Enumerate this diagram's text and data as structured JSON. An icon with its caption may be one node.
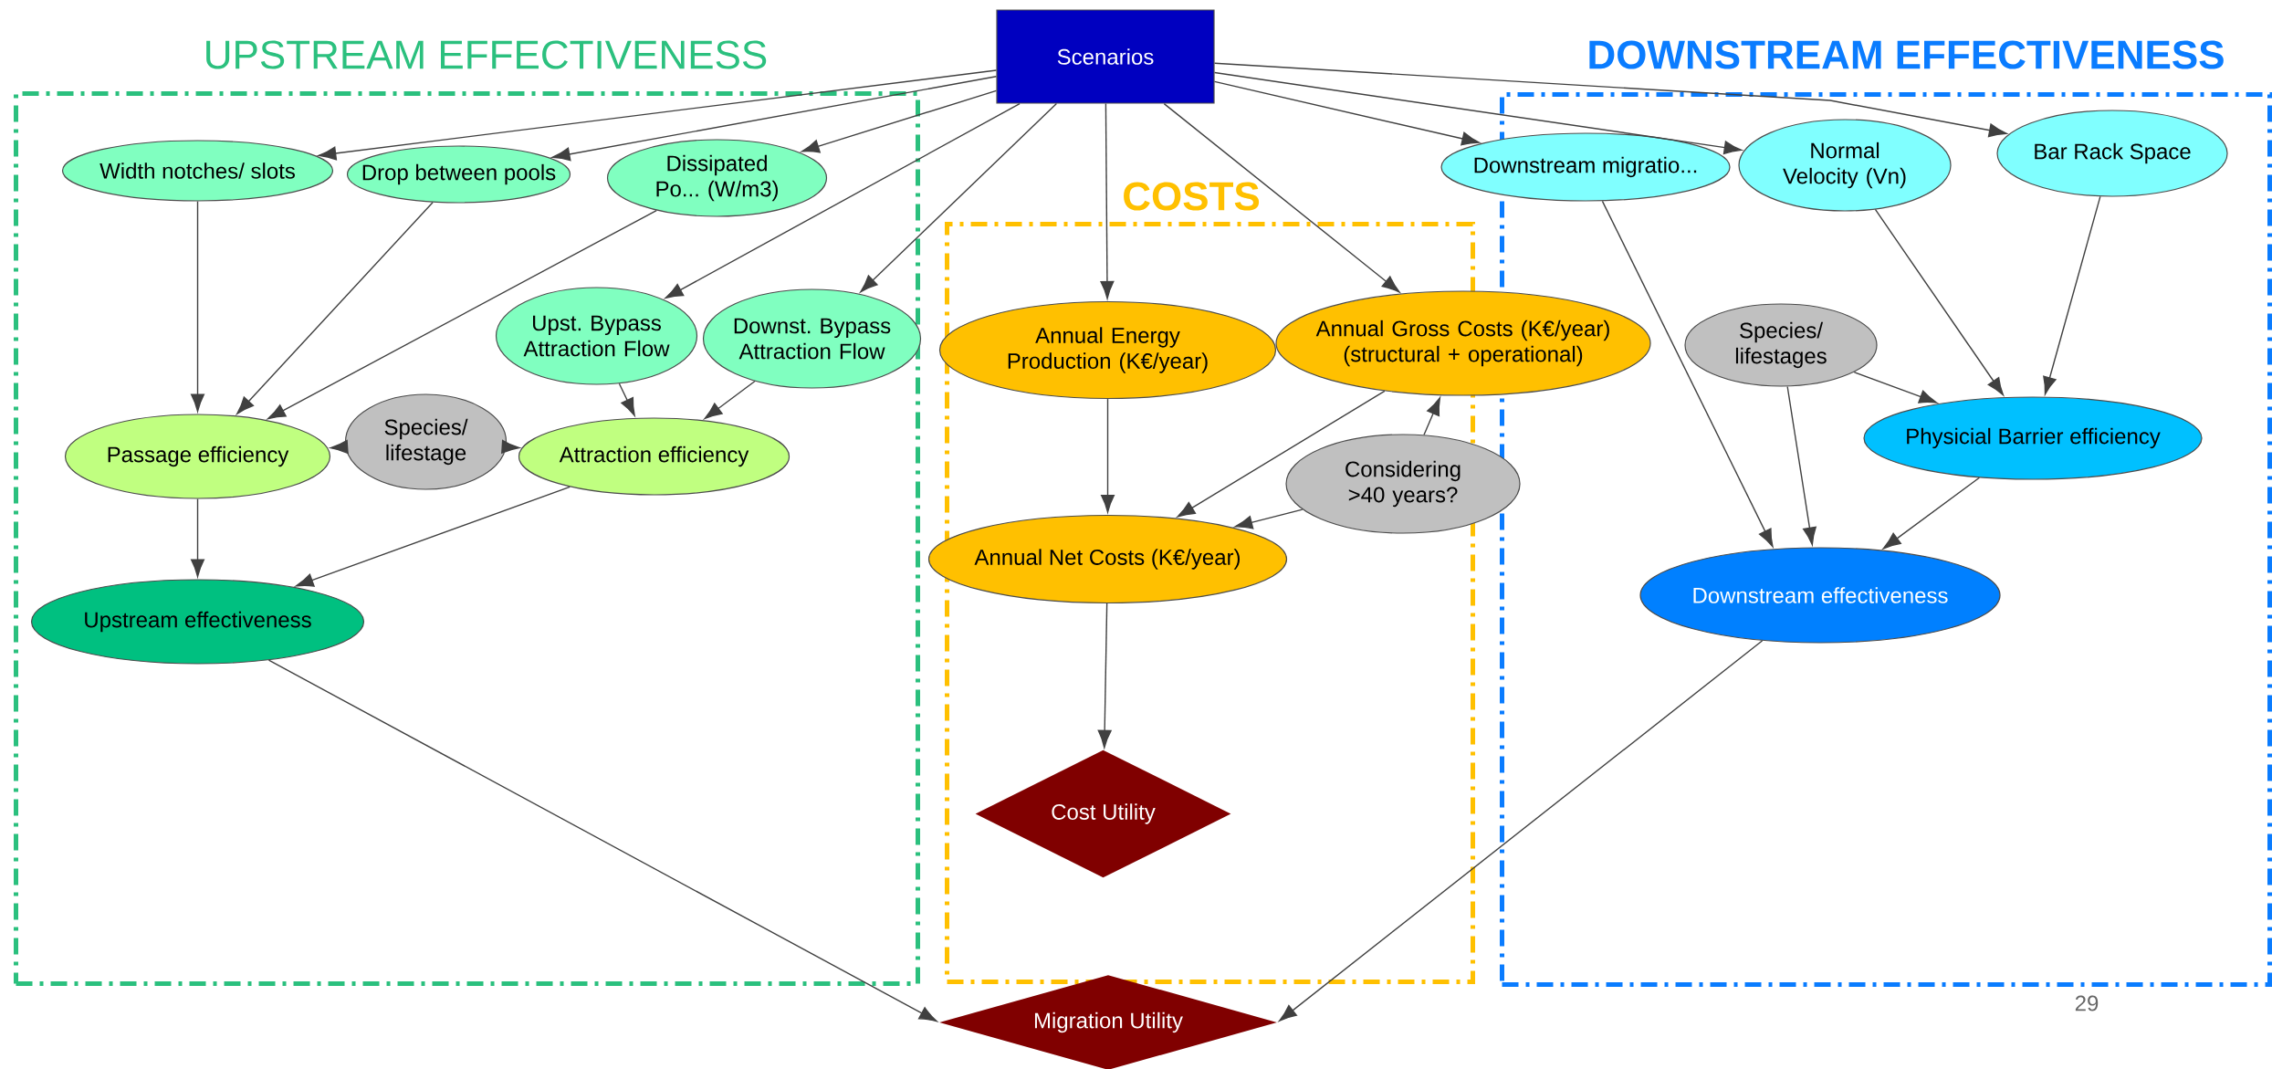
{
  "diagram": {
    "nodes": [
      {
        "text": [
          "UPSTREAM EFFECTIVENESS"
        ]
      },
      {
        "text": [
          "COSTS"
        ]
      },
      {
        "text": [
          "DOWNSTREAM EFFECTIVENESS"
        ]
      },
      {
        "text": [
          "Scenarios"
        ]
      },
      {
        "text": [
          "Width notches/ slots"
        ],
        "in": 0
      },
      {
        "text": [
          "Drop between pools"
        ],
        "in": 0
      },
      {
        "text": [
          "Dissipated Po... (W/m3)"
        ],
        "in": 0
      },
      {
        "text": [
          "Upst. Bypass Attraction Flow"
        ],
        "in": 0
      },
      {
        "text": [
          "Downst. Bypass Attraction Flow"
        ],
        "in": 0
      },
      {
        "text": [
          "Passage efficiency"
        ],
        "in": 0
      },
      {
        "text": [
          "Species/ lifestage"
        ],
        "in": 0
      },
      {
        "text": [
          "Attraction efficiency"
        ],
        "in": 0
      },
      {
        "text": [
          "Upstream effectiveness"
        ],
        "in": 0
      },
      {
        "text": [
          "Annual Energy Production (K€/year)"
        ],
        "in": 1
      },
      {
        "text": [
          "Annual Gross Costs (K€/year) (structural + operational)"
        ]
      },
      {
        "text": [
          "Considering >40 years?"
        ]
      },
      {
        "text": [
          "Annual Net Costs (K€/year)"
        ],
        "in": 1
      },
      {
        "text": [
          "Cost Utility"
        ],
        "in": 1
      },
      {
        "text": [
          "Downstream migratio..."
        ]
      },
      {
        "text": [
          "Normal Velocity (Vn)"
        ],
        "in": 2
      },
      {
        "text": [
          "Bar Rack Space"
        ],
        "in": 2
      },
      {
        "text": [
          "Species/ lifestages"
        ],
        "in": 2
      },
      {
        "text": [
          "Physicial Barrier efficiency"
        ],
        "in": 2
      },
      {
        "text": [
          "Downstream effectiveness"
        ],
        "in": 2
      },
      {
        "text": [
          "Migration Utility"
        ]
      }
    ],
    "edges": [
      {
        "from": 3,
        "to": 4,
        "arrow": "to"
      },
      {
        "from": 3,
        "to": 5,
        "arrow": "to"
      },
      {
        "from": 3,
        "to": 6,
        "arrow": "to"
      },
      {
        "from": 3,
        "to": 7,
        "arrow": "to"
      },
      {
        "from": 3,
        "to": 8,
        "arrow": "to"
      },
      {
        "from": 3,
        "to": 13,
        "arrow": "to"
      },
      {
        "from": 3,
        "to": 14,
        "arrow": "to"
      },
      {
        "from": 3,
        "to": 18,
        "arrow": "to"
      },
      {
        "from": 3,
        "to": 19,
        "arrow": "to"
      },
      {
        "from": 3,
        "to": 20,
        "arrow": "to"
      },
      {
        "from": 4,
        "to": 9,
        "arrow": "to"
      },
      {
        "from": 5,
        "to": 9,
        "arrow": "to"
      },
      {
        "from": 6,
        "to": 9,
        "arrow": "to"
      },
      {
        "from": 7,
        "to": 11,
        "arrow": "to"
      },
      {
        "from": 8,
        "to": 11,
        "arrow": "to"
      },
      {
        "from": 10,
        "to": 9,
        "arrow": "to"
      },
      {
        "from": 10,
        "to": 11,
        "arrow": "to"
      },
      {
        "from": 9,
        "to": 12,
        "arrow": "to"
      },
      {
        "from": 11,
        "to": 12,
        "arrow": "to"
      },
      {
        "from": 13,
        "to": 16,
        "arrow": "to"
      },
      {
        "from": 14,
        "to": 16,
        "arrow": "to"
      },
      {
        "from": 15,
        "to": 16,
        "arrow": "to"
      },
      {
        "from": 15,
        "to": 14,
        "arrow": "to"
      },
      {
        "from": 16,
        "to": 17,
        "arrow": "to"
      },
      {
        "from": 12,
        "to": 24,
        "arrow": "to"
      },
      {
        "from": 23,
        "to": 24,
        "arrow": "to"
      },
      {
        "from": 18,
        "to": 23,
        "arrow": "to"
      },
      {
        "from": 21,
        "to": 23,
        "arrow": "to"
      },
      {
        "from": 21,
        "to": 22,
        "arrow": "to"
      },
      {
        "from": 19,
        "to": 22,
        "arrow": "to"
      },
      {
        "from": 20,
        "to": 22,
        "arrow": "to"
      },
      {
        "from": 22,
        "to": 23,
        "arrow": "to"
      }
    ],
    "labels": [
      "29"
    ]
  }
}
